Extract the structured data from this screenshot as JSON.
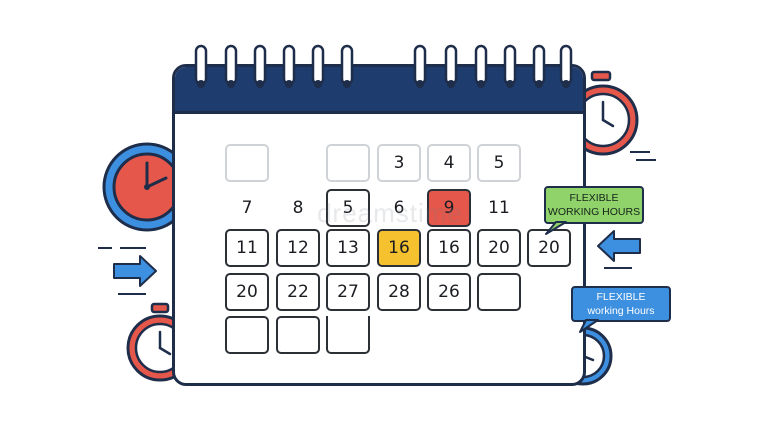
{
  "watermark": "dreamstime",
  "calendar": {
    "rows": [
      {
        "cells": [
          {
            "col": 0,
            "label": "",
            "style": "faint"
          },
          {
            "col": 2,
            "label": "",
            "style": "faint"
          },
          {
            "col": 3,
            "label": "3",
            "style": "faint"
          },
          {
            "col": 4,
            "label": "4",
            "style": "faint"
          },
          {
            "col": 5,
            "label": "5",
            "style": "faint"
          }
        ]
      },
      {
        "cells": [
          {
            "col": 0,
            "label": "7",
            "style": "plain"
          },
          {
            "col": 1,
            "label": "8",
            "style": "plain"
          },
          {
            "col": 2,
            "label": "5",
            "style": "box"
          },
          {
            "col": 3,
            "label": "6",
            "style": "plain"
          },
          {
            "col": 4,
            "label": "9",
            "style": "hl-red"
          },
          {
            "col": 5,
            "label": "11",
            "style": "plain"
          }
        ]
      },
      {
        "cells": [
          {
            "col": 0,
            "label": "11",
            "style": "box"
          },
          {
            "col": 1,
            "label": "12",
            "style": "box"
          },
          {
            "col": 2,
            "label": "13",
            "style": "box"
          },
          {
            "col": 3,
            "label": "16",
            "style": "hl-yellow"
          },
          {
            "col": 4,
            "label": "16",
            "style": "box"
          },
          {
            "col": 5,
            "label": "20",
            "style": "box"
          },
          {
            "col": 6,
            "label": "20",
            "style": "box"
          }
        ]
      },
      {
        "cells": [
          {
            "col": 0,
            "label": "20",
            "style": "box"
          },
          {
            "col": 1,
            "label": "22",
            "style": "box"
          },
          {
            "col": 2,
            "label": "27",
            "style": "box"
          },
          {
            "col": 3,
            "label": "28",
            "style": "box"
          },
          {
            "col": 4,
            "label": "26",
            "style": "box"
          },
          {
            "col": 5,
            "label": "",
            "style": "box"
          }
        ]
      },
      {
        "cells": [
          {
            "col": 0,
            "label": "",
            "style": "box"
          },
          {
            "col": 1,
            "label": "",
            "style": "box"
          },
          {
            "col": 2,
            "label": "",
            "style": "open-top"
          }
        ]
      }
    ]
  },
  "labels": {
    "green": {
      "line1": "FLEXIBLE",
      "line2": "WORKING HOURS"
    },
    "blue": {
      "line1": "FLEXIBLE",
      "line2": "working Hours"
    }
  },
  "colors": {
    "header": "#1f3c6e",
    "outline": "#1e2d4a",
    "clock_red": "#e4574a",
    "clock_blue": "#3d8fe0",
    "arrow_blue": "#3d8fe0",
    "highlight_red": "#e4574a",
    "highlight_yellow": "#f5c12e",
    "label_green": "#8fd36a"
  },
  "icons": [
    "wall-clock-icon",
    "stopwatch-icon",
    "arrow-right-icon",
    "arrow-left-icon",
    "calendar-ring-icon"
  ]
}
